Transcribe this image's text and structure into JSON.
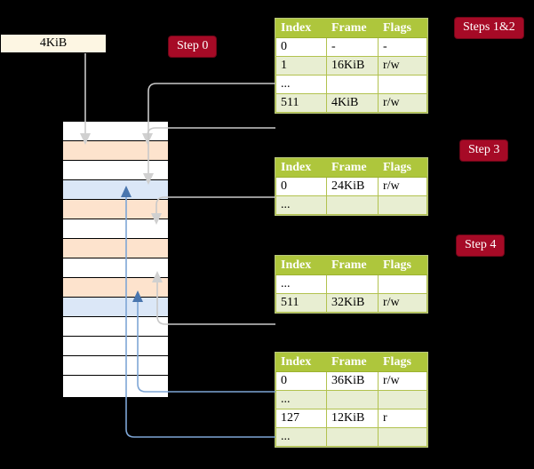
{
  "diagram": {
    "title_badges": {
      "steps_1_2": "Steps 1&2",
      "step_0": "Step 0",
      "step_3": "Step 3",
      "step_4": "Step 4"
    },
    "source_box": {
      "label": "4KiB"
    },
    "colors": {
      "badge_bg": "#a60a26",
      "table_header_bg": "#aec63c",
      "table_alt_row_bg": "#e8eed2",
      "highlight_bg": "#fbf7a8",
      "memory_orange": "#fde3cd",
      "memory_blue": "#dbe7f7",
      "source_box_bg": "#fdf6e3",
      "wire_gray": "#c9c9c9",
      "wire_blue": "#7ea6d6",
      "page_bg": "#000000"
    },
    "memory_column": {
      "rows": [
        {
          "fill": "plain"
        },
        {
          "fill": "orange"
        },
        {
          "fill": "plain"
        },
        {
          "fill": "blue"
        },
        {
          "fill": "orange"
        },
        {
          "fill": "plain"
        },
        {
          "fill": "orange"
        },
        {
          "fill": "plain"
        },
        {
          "fill": "orange"
        },
        {
          "fill": "blue"
        },
        {
          "fill": "plain"
        },
        {
          "fill": "plain"
        },
        {
          "fill": "plain"
        },
        {
          "fill": "plain"
        }
      ]
    },
    "tables": [
      {
        "name": "table-level-1",
        "headers": [
          "Index",
          "Frame",
          "Flags"
        ],
        "rows": [
          {
            "cells": [
              "0",
              "-",
              "-"
            ],
            "style": "white",
            "highlight": false
          },
          {
            "cells": [
              "1",
              "16KiB",
              "r/w"
            ],
            "style": "alt",
            "highlight": false
          },
          {
            "cells": [
              "...",
              "",
              ""
            ],
            "style": "white",
            "highlight": false
          },
          {
            "cells": [
              "511",
              "4KiB",
              "r/w"
            ],
            "style": "alt",
            "highlight": true
          }
        ]
      },
      {
        "name": "table-level-2",
        "headers": [
          "Index",
          "Frame",
          "Flags"
        ],
        "rows": [
          {
            "cells": [
              "0",
              "24KiB",
              "r/w"
            ],
            "style": "white",
            "highlight": false
          },
          {
            "cells": [
              "...",
              "",
              ""
            ],
            "style": "alt",
            "highlight": false
          }
        ]
      },
      {
        "name": "table-level-3",
        "headers": [
          "Index",
          "Frame",
          "Flags"
        ],
        "rows": [
          {
            "cells": [
              "...",
              "",
              ""
            ],
            "style": "white",
            "highlight": false
          },
          {
            "cells": [
              "511",
              "32KiB",
              "r/w"
            ],
            "style": "alt",
            "highlight": false
          }
        ]
      },
      {
        "name": "table-level-4",
        "headers": [
          "Index",
          "Frame",
          "Flags"
        ],
        "rows": [
          {
            "cells": [
              "0",
              "36KiB",
              "r/w"
            ],
            "style": "white",
            "highlight": false
          },
          {
            "cells": [
              "...",
              "",
              ""
            ],
            "style": "alt",
            "highlight": false
          },
          {
            "cells": [
              "127",
              "12KiB",
              "r"
            ],
            "style": "white",
            "highlight": false
          },
          {
            "cells": [
              "...",
              "",
              ""
            ],
            "style": "alt",
            "highlight": false
          }
        ]
      }
    ]
  }
}
